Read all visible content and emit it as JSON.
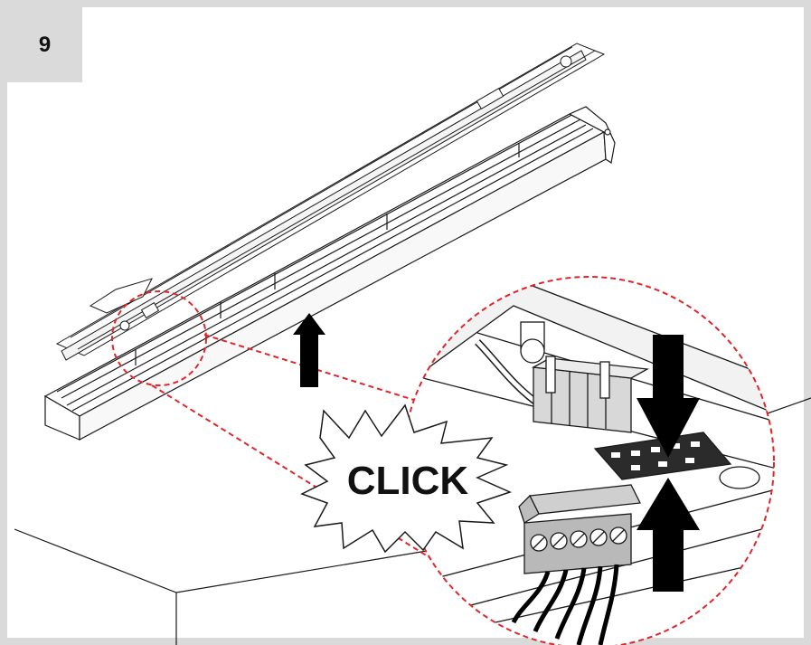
{
  "step": {
    "number": "9"
  },
  "callout": {
    "click_text": "CLICK"
  },
  "colors": {
    "frame": "#dadada",
    "line": "#1a1a1a",
    "arrow": "#000000",
    "dashed_callout": "#e0262b",
    "connector_fill": "#b9b9b9"
  },
  "icons": {
    "push_arrow": "arrow-up",
    "press_arrow": "arrow-down",
    "burst": "click-burst"
  }
}
